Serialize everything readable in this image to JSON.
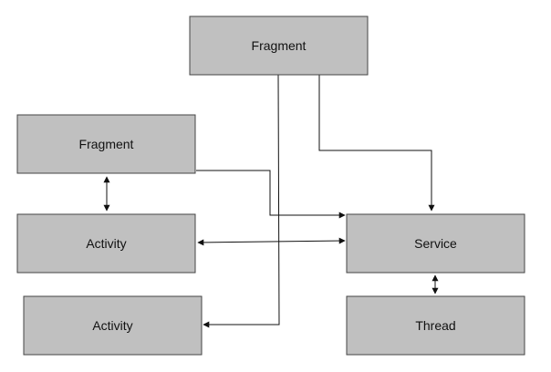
{
  "diagram": {
    "nodes": {
      "fragment_top": {
        "label": "Fragment"
      },
      "fragment_left": {
        "label": "Fragment"
      },
      "activity_middle": {
        "label": "Activity"
      },
      "activity_bottom": {
        "label": "Activity"
      },
      "service": {
        "label": "Service"
      },
      "thread": {
        "label": "Thread"
      }
    },
    "edges": [
      {
        "from": "fragment_top",
        "to": "service",
        "direction": "forward"
      },
      {
        "from": "fragment_top",
        "to": "activity_bottom",
        "direction": "forward"
      },
      {
        "from": "fragment_left",
        "to": "service",
        "direction": "forward"
      },
      {
        "from": "fragment_left",
        "to": "activity_middle",
        "direction": "both"
      },
      {
        "from": "activity_middle",
        "to": "service",
        "direction": "both"
      },
      {
        "from": "service",
        "to": "thread",
        "direction": "both"
      }
    ],
    "colors": {
      "node_fill": "#c0c0c0",
      "node_stroke": "#444444",
      "edge": "#111111",
      "text": "#111111"
    }
  }
}
